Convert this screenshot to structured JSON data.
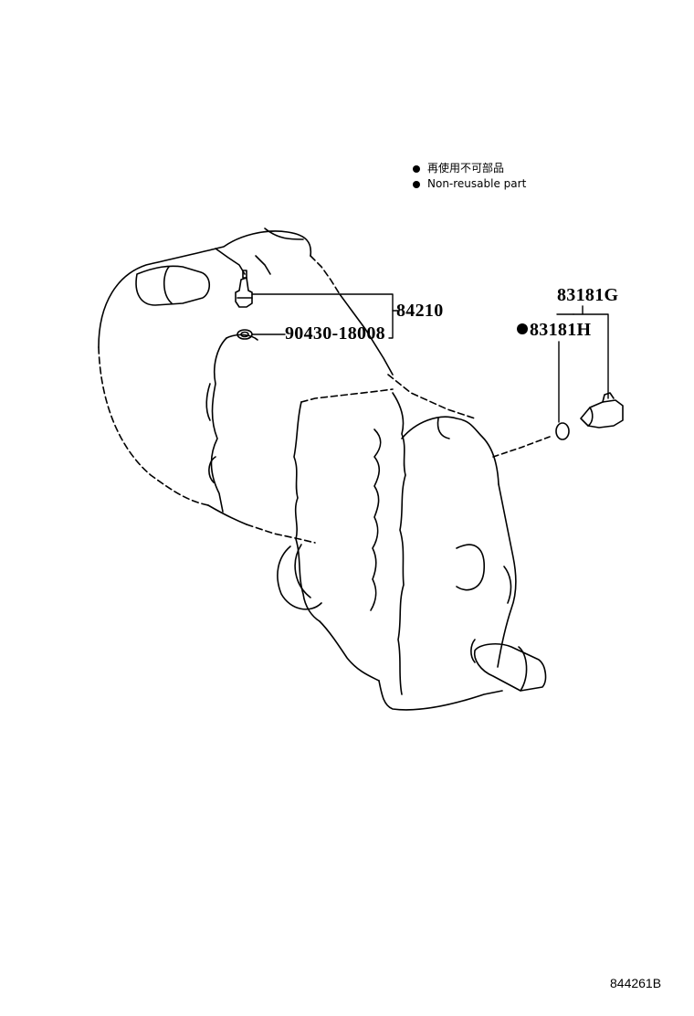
{
  "legend": {
    "items": [
      {
        "text": "再使用不可部品"
      },
      {
        "text": "Non-reusable part"
      }
    ]
  },
  "parts": {
    "p84210": "84210",
    "p90430": "90430-18008",
    "p83181G": "83181G",
    "p83181H": "83181H"
  },
  "non_reusable_parts": [
    "83181H"
  ],
  "figure_number": "844261B"
}
